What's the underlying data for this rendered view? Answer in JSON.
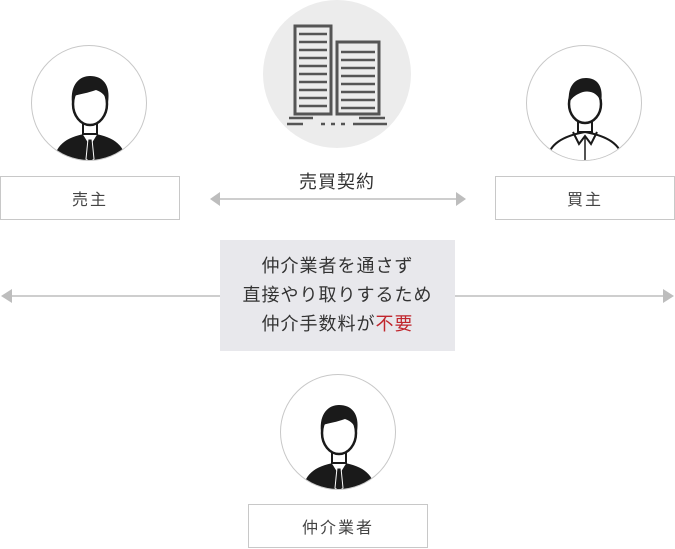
{
  "diagram": {
    "seller_label": "売主",
    "buyer_label": "買主",
    "contract_label": "売買契約",
    "broker_label": "仲介業者",
    "note": {
      "line1": "仲介業者を通さず",
      "line2": "直接やり取りするため",
      "line3_prefix": "仲介手数料が",
      "line3_emphasis": "不要"
    },
    "colors": {
      "emphasis": "#c0262d",
      "arrow": "#bdbdbd",
      "note_bg": "#e8e8ec"
    },
    "icons": {
      "seller": "businessman-icon",
      "buyer": "person-casual-icon",
      "property": "building-icon",
      "broker": "businessman-icon"
    }
  }
}
